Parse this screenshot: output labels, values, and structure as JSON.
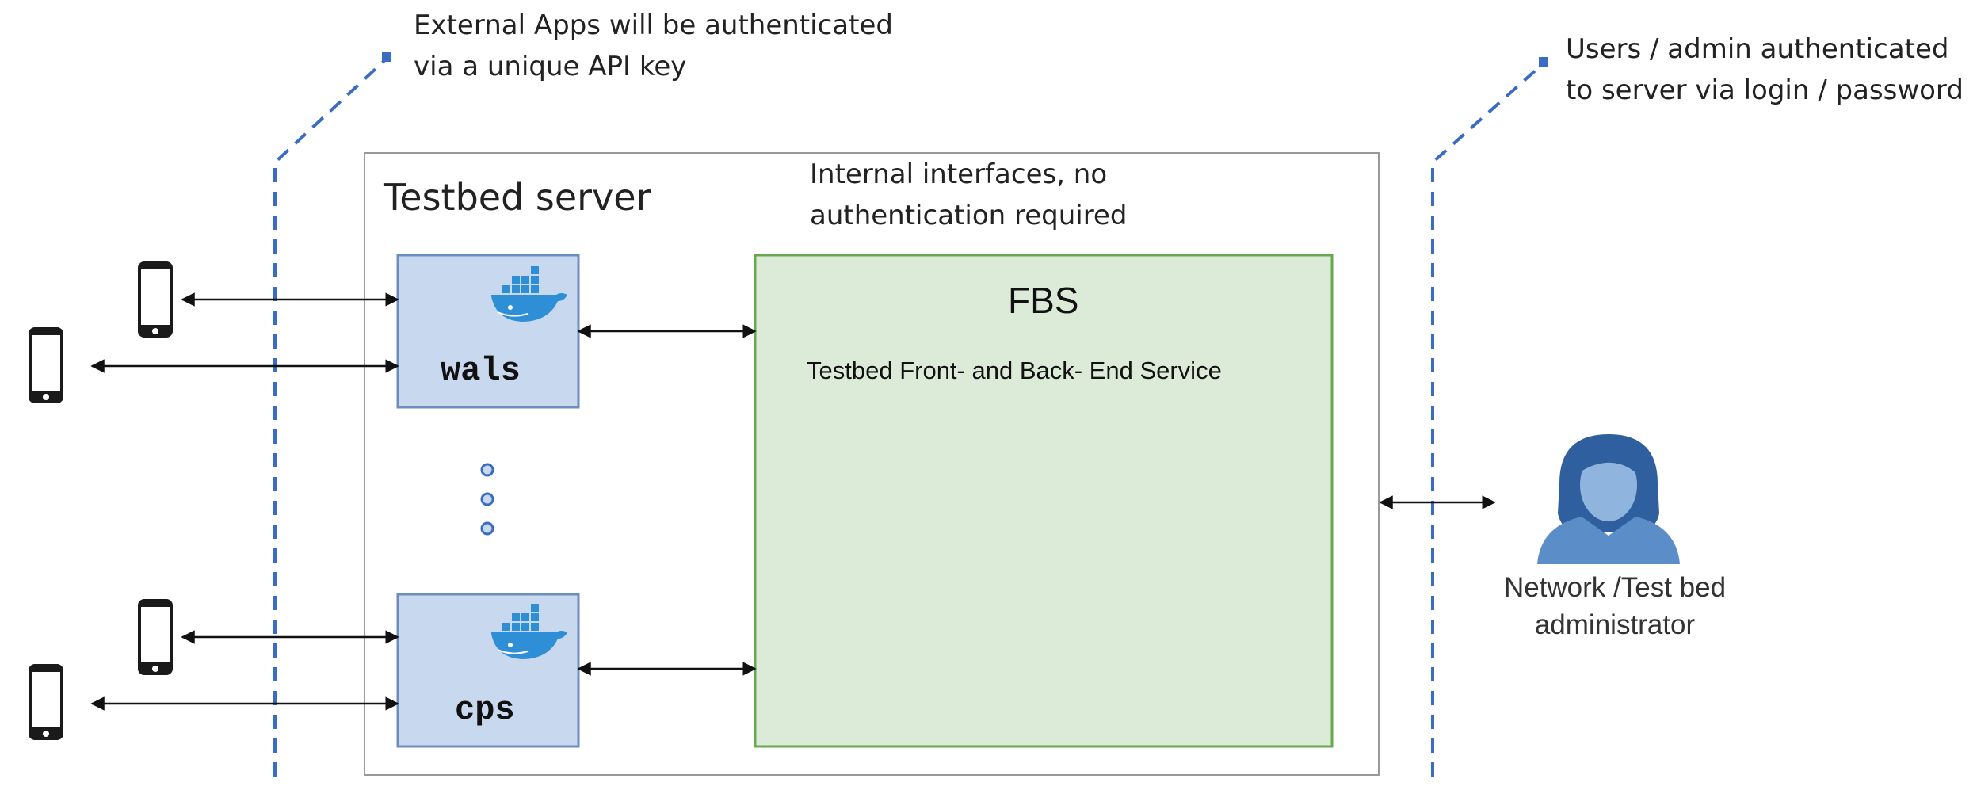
{
  "annotations": {
    "external_apps": "External Apps will be authenticated\nvia a unique API key",
    "users_admin": "Users / admin authenticated\nto server via login / password",
    "internal": "Internal interfaces, no\nauthentication required"
  },
  "server": {
    "label": "Testbed server"
  },
  "services": [
    {
      "name": "wals"
    },
    {
      "name": "cps"
    }
  ],
  "fbs": {
    "title": "FBS",
    "subtitle": "Testbed Front- and Back- End Service"
  },
  "admin": {
    "label": "Network /Test bed\nadministrator"
  },
  "colors": {
    "dashed_line": "#3b6cc4",
    "service_fill": "#c8d8ef",
    "service_border": "#6c8ebf",
    "fbs_fill": "#dcebd7",
    "fbs_border": "#6aa84f",
    "docker_blue": "#2e8fd6",
    "admin_blue": "#5b8dc9"
  },
  "icons": [
    "phone-icon",
    "docker-whale-icon",
    "admin-person-icon",
    "ellipsis-dots"
  ]
}
